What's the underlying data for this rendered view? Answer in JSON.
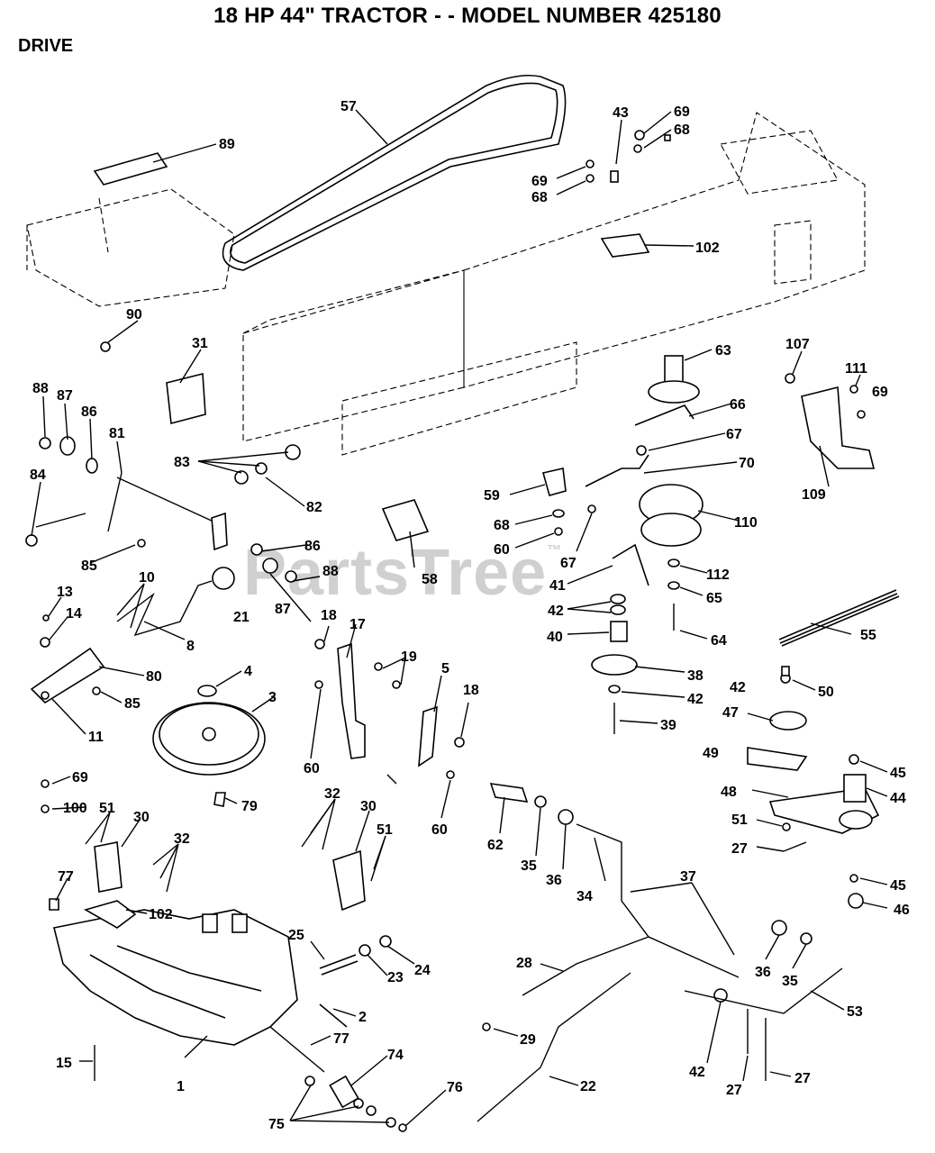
{
  "title": "18 HP 44\" TRACTOR - - MODEL NUMBER 425180",
  "section": "DRIVE",
  "watermark": {
    "text": "PartsTree",
    "tm": "™"
  },
  "callouts": [
    "1",
    "2",
    "3",
    "4",
    "5",
    "8",
    "10",
    "11",
    "13",
    "14",
    "15",
    "17",
    "18",
    "18b",
    "19",
    "21",
    "22",
    "23",
    "24",
    "25",
    "27a",
    "27b",
    "27c",
    "28",
    "29",
    "30a",
    "30b",
    "31",
    "32a",
    "32b",
    "34",
    "35a",
    "35b",
    "36a",
    "36b",
    "37",
    "38",
    "39",
    "40",
    "41",
    "42a",
    "42b",
    "42c",
    "42d",
    "43",
    "44",
    "45a",
    "45b",
    "46",
    "47",
    "48",
    "49",
    "50",
    "51a",
    "51b",
    "51c",
    "53",
    "55",
    "57",
    "58",
    "59",
    "60a",
    "60b",
    "60c",
    "62",
    "63",
    "64",
    "65",
    "66",
    "67a",
    "67b",
    "68a",
    "68b",
    "68c",
    "69a",
    "69b",
    "69c",
    "69d",
    "70",
    "74",
    "75",
    "76",
    "77a",
    "77b",
    "79",
    "80",
    "81",
    "82",
    "83",
    "84",
    "85a",
    "85b",
    "86a",
    "86b",
    "87a",
    "87b",
    "88a",
    "88b",
    "89",
    "90",
    "100",
    "102a",
    "102b",
    "107",
    "109",
    "110",
    "111",
    "112"
  ],
  "labels": {
    "1": "1",
    "2": "2",
    "3": "3",
    "4": "4",
    "5": "5",
    "8": "8",
    "10": "10",
    "11": "11",
    "13": "13",
    "14": "14",
    "15": "15",
    "17": "17",
    "18": "18",
    "18b": "18",
    "19": "19",
    "21": "21",
    "22": "22",
    "23": "23",
    "24": "24",
    "25": "25",
    "27a": "27",
    "27b": "27",
    "27c": "27",
    "28": "28",
    "29": "29",
    "30a": "30",
    "30b": "30",
    "31": "31",
    "32a": "32",
    "32b": "32",
    "34": "34",
    "35a": "35",
    "35b": "35",
    "36a": "36",
    "36b": "36",
    "37": "37",
    "38": "38",
    "39": "39",
    "40": "40",
    "41": "41",
    "42a": "42",
    "42b": "42",
    "42c": "42",
    "42d": "42",
    "43": "43",
    "44": "44",
    "45a": "45",
    "45b": "45",
    "46": "46",
    "47": "47",
    "48": "48",
    "49": "49",
    "50": "50",
    "51a": "51",
    "51b": "51",
    "51c": "51",
    "53": "53",
    "55": "55",
    "57": "57",
    "58": "58",
    "59": "59",
    "60a": "60",
    "60b": "60",
    "60c": "60",
    "62": "62",
    "63": "63",
    "64": "64",
    "65": "65",
    "66": "66",
    "67a": "67",
    "67b": "67",
    "68a": "68",
    "68b": "68",
    "68c": "68",
    "69a": "69",
    "69b": "69",
    "69c": "69",
    "69d": "69",
    "70": "70",
    "74": "74",
    "75": "75",
    "76": "76",
    "77a": "77",
    "77b": "77",
    "79": "79",
    "80": "80",
    "81": "81",
    "82": "82",
    "83": "83",
    "84": "84",
    "85a": "85",
    "85b": "85",
    "86a": "86",
    "86b": "86",
    "87a": "87",
    "87b": "87",
    "88a": "88",
    "88b": "88",
    "89": "89",
    "90": "90",
    "100": "100",
    "102a": "102",
    "102b": "102",
    "107": "107",
    "109": "109",
    "110": "110",
    "111": "111",
    "112": "112"
  }
}
